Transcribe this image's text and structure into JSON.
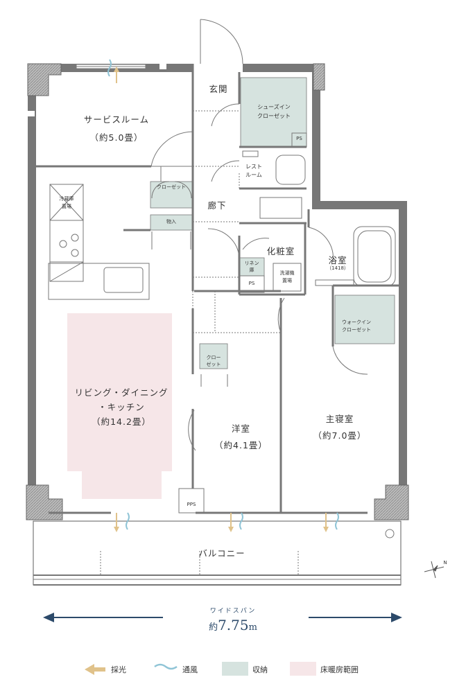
{
  "rooms": {
    "service_room": {
      "name": "サービスルーム",
      "area": "（約5.0畳）"
    },
    "entrance": {
      "name": "玄関"
    },
    "shoes_closet": {
      "line1": "シューズイン",
      "line2": "クローゼット"
    },
    "ps_top": "PS",
    "restroom": {
      "line1": "レスト",
      "line2": "ルーム"
    },
    "corridor": "廊下",
    "fridge": {
      "line1": "冷蔵庫",
      "line2": "置場"
    },
    "closet_1": "クローゼット",
    "storage": "物入",
    "powder_room": "化粧室",
    "linen": {
      "line1": "リネン",
      "line2": "庫"
    },
    "ps_mid": "PS",
    "washer": {
      "line1": "洗濯機",
      "line2": "置場"
    },
    "bath": {
      "name": "浴室",
      "size": "（1418）"
    },
    "walkin_closet": {
      "line1": "ウォークイン",
      "line2": "クローゼット"
    },
    "closet_2": {
      "line1": "クロー",
      "line2": "ゼット"
    },
    "ldk": {
      "line1": "リビング・ダイニング",
      "line2": "・キッチン",
      "area": "（約14.2畳）"
    },
    "western_room": {
      "name": "洋室",
      "area": "（約4.1畳）"
    },
    "master_bedroom": {
      "name": "主寝室",
      "area": "（約7.0畳）"
    },
    "pps": "PPS",
    "balcony": "バルコニー"
  },
  "span": {
    "label": "ワイドスパン",
    "prefix": "約",
    "value": "7.75",
    "unit": "m"
  },
  "compass": "N",
  "legend": [
    {
      "label": "採光",
      "icon": "light-arrow-icon"
    },
    {
      "label": "通風",
      "icon": "wind-wave-icon"
    },
    {
      "label": "収納",
      "icon": "storage-swatch-icon"
    },
    {
      "label": "床暖房範囲",
      "icon": "floor-heating-swatch-icon"
    }
  ],
  "colors": {
    "wall": "#777777",
    "storage": "#d6e3df",
    "floor_heating": "#f6e6e8",
    "span_arrow": "#2c4a6a",
    "light_arrow": "#e0c28a",
    "wind": "#8fc4d6"
  }
}
